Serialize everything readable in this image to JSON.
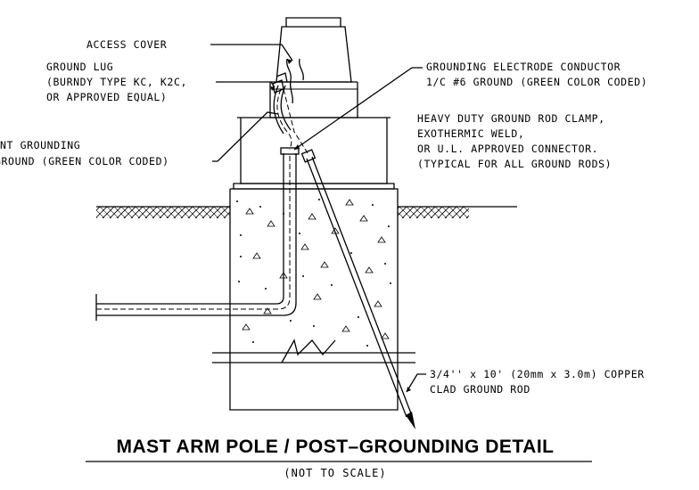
{
  "labels": {
    "access_cover": "ACCESS COVER",
    "ground_lug": [
      "GROUND LUG",
      "(BURNDY TYPE KC, K2C,",
      "OR APPROVED EQUAL)"
    ],
    "equipment_grounding": [
      "NT GROUNDING",
      "GROUND (GREEN COLOR CODED)"
    ],
    "grounding_electrode": [
      "GROUNDING ELECTRODE CONDUCTOR",
      "1/C #6 GROUND (GREEN COLOR CODED)"
    ],
    "ground_rod_clamp": [
      "HEAVY DUTY GROUND ROD CLAMP,",
      "EXOTHERMIC WELD,",
      "OR U.L. APPROVED CONNECTOR.",
      "(TYPICAL FOR ALL GROUND RODS)"
    ],
    "ground_rod": [
      "3/4'' x 10' (20mm x 3.0m) COPPER",
      "CLAD GROUND ROD"
    ]
  },
  "title": "MAST ARM  POLE / POST–GROUNDING DETAIL",
  "subtitle": "(NOT TO SCALE)"
}
